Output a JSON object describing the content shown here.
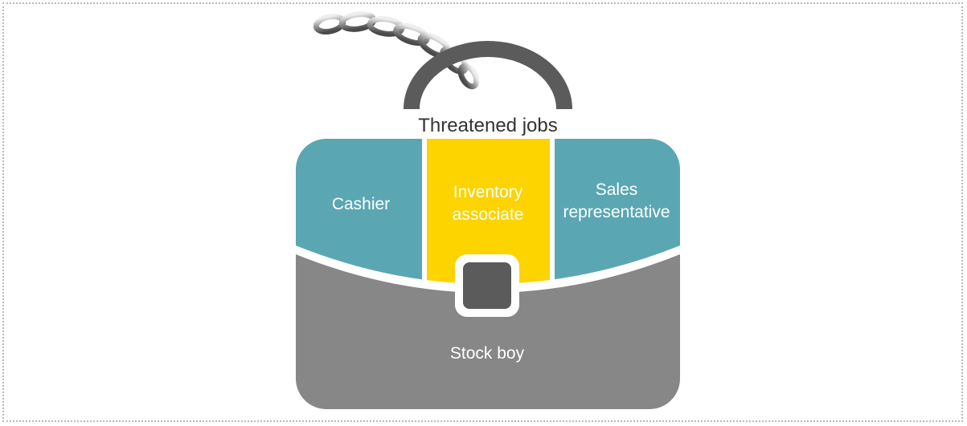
{
  "diagram": {
    "title": "Threatened jobs",
    "sections": {
      "left": {
        "lines": [
          "Cashier"
        ]
      },
      "middle": {
        "lines": [
          "Inventory",
          "associate"
        ]
      },
      "right": {
        "lines": [
          "Sales",
          "representative"
        ]
      },
      "bottom": {
        "lines": [
          "Stock boy"
        ]
      }
    },
    "colors": {
      "teal": "#5aa7b3",
      "yellow": "#fdd300",
      "gray": "#878787",
      "dark": "#5b5b5b",
      "title_text": "#333333",
      "label_text": "#ffffff"
    },
    "icons": {
      "chain": "chain-icon",
      "clasp": "clasp-icon",
      "handle": "briefcase-handle"
    }
  }
}
